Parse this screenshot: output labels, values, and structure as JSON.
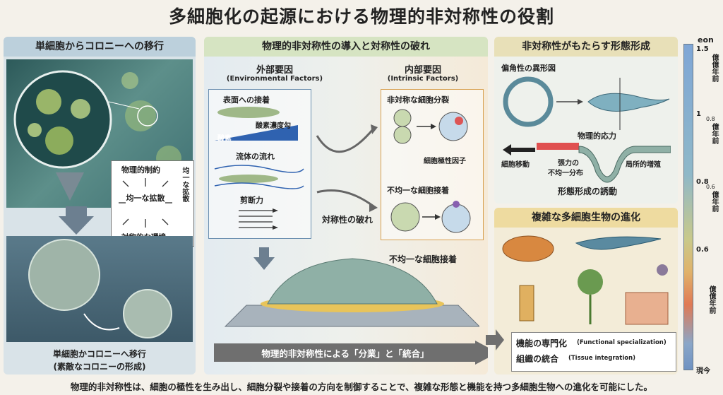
{
  "title": "多細胞化の起源における物理的非対称性の役割",
  "left": {
    "header": "単細胞からコロニーへの移行",
    "constraint_title": "物理的制約",
    "constraint_center": "均一な拡散",
    "constraint_side": "均一な拡散",
    "constraint_bottom": "対称的な環境",
    "caption_line1": "単細胞かコロニーへ移行",
    "caption_line2": "(素敵なコロニーの形成)"
  },
  "middle": {
    "header": "物理的非対称性の導入と対称性の破れ",
    "external_title": "外部要因",
    "external_sub": "(Environmental Factors)",
    "internal_title": "内部要因",
    "internal_sub": "(Intrinsic Factors)",
    "surface": "表面への接着",
    "oxygen_gradient": "酸素濃度勾",
    "oxygen": "酸素",
    "fluid": "流体の流れ",
    "shear": "剪断力",
    "symmetry_break": "対称性の破れ",
    "asym_division": "非対称な細胞分裂",
    "polarity_factor": "細胞極性因子",
    "uneven_adhesion": "不均一な細胞接着",
    "uneven_adhesion2": "不均一な細胞接着",
    "bottom_arrow": "物理的非対称性による「分業」と「統合」"
  },
  "right_top": {
    "header": "非対称性がもたらす形態形成",
    "polar_label": "偏角性の異形図",
    "stress": "物理的応力",
    "migration": "細胞移動",
    "tension_1": "張力の",
    "tension_2": "不均一分布",
    "local_growth": "局所的増殖",
    "induction": "形態形成の誘動"
  },
  "right_bottom": {
    "header": "複雑な多細胞生物の進化",
    "func_jp": "機能の専門化",
    "func_en": "(Functional specialization)",
    "tissue_jp": "組織の統合",
    "tissue_en": "(Tissue integration)"
  },
  "timeline": {
    "unit": "eon",
    "t1": "1.5",
    "t2": "1",
    "t2b": "0.8",
    "t3": "0.8",
    "t3b": "0.6",
    "t4": "0.6",
    "v1": "億億年前",
    "v2": "億年前",
    "v3": "億年前",
    "v4": "億億年前",
    "now": "現今"
  },
  "footer": "物理的非対称性は、細胞の極性を生み出し、細胞分裂や接着の方向を制御することで、複雑な形態と機能を持つ多細胞生物への進化を可能にした。"
}
